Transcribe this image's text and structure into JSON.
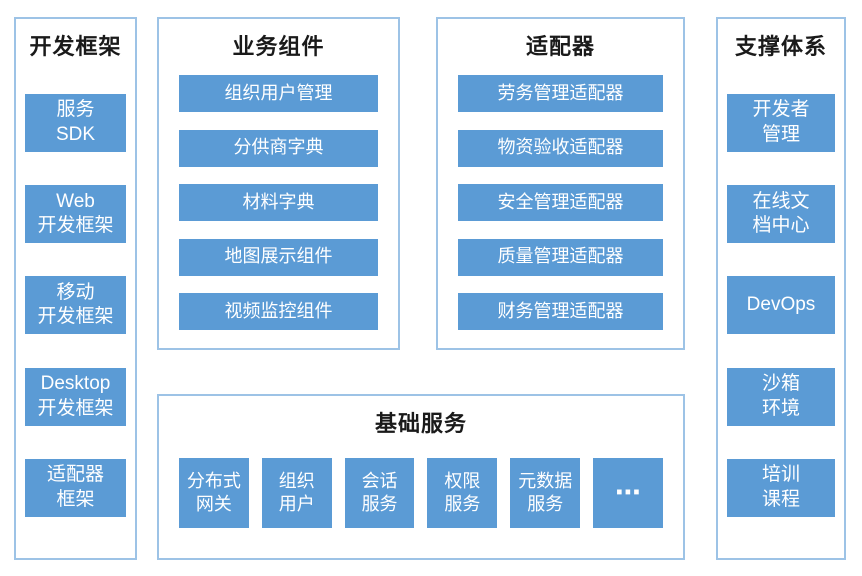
{
  "colors": {
    "block_bg": "#5B9BD5",
    "block_text": "#FFFFFF",
    "outer_border": "#9DC3E6",
    "title_text": "#1A1A1A"
  },
  "panels": {
    "dev_framework": {
      "title": "开发框架",
      "items": [
        {
          "label": "服务\nSDK"
        },
        {
          "label": "Web\n开发框架"
        },
        {
          "label": "移动\n开发框架"
        },
        {
          "label": "Desktop\n开发框架"
        },
        {
          "label": "适配器\n框架"
        }
      ]
    },
    "business_components": {
      "title": "业务组件",
      "items": [
        {
          "label": "组织用户管理"
        },
        {
          "label": "分供商字典"
        },
        {
          "label": "材料字典"
        },
        {
          "label": "地图展示组件"
        },
        {
          "label": "视频监控组件"
        }
      ]
    },
    "adapters": {
      "title": "适配器",
      "items": [
        {
          "label": "劳务管理适配器"
        },
        {
          "label": "物资验收适配器"
        },
        {
          "label": "安全管理适配器"
        },
        {
          "label": "质量管理适配器"
        },
        {
          "label": "财务管理适配器"
        }
      ]
    },
    "support_system": {
      "title": "支撑体系",
      "items": [
        {
          "label": "开发者\n管理"
        },
        {
          "label": "在线文\n档中心"
        },
        {
          "label": "DevOps"
        },
        {
          "label": "沙箱\n环境"
        },
        {
          "label": "培训\n课程"
        }
      ]
    },
    "basic_services": {
      "title": "基础服务",
      "items": [
        {
          "label": "分布式\n网关"
        },
        {
          "label": "组织\n用户"
        },
        {
          "label": "会话\n服务"
        },
        {
          "label": "权限\n服务"
        },
        {
          "label": "元数据\n服务"
        },
        {
          "label": "⋯"
        }
      ]
    }
  }
}
